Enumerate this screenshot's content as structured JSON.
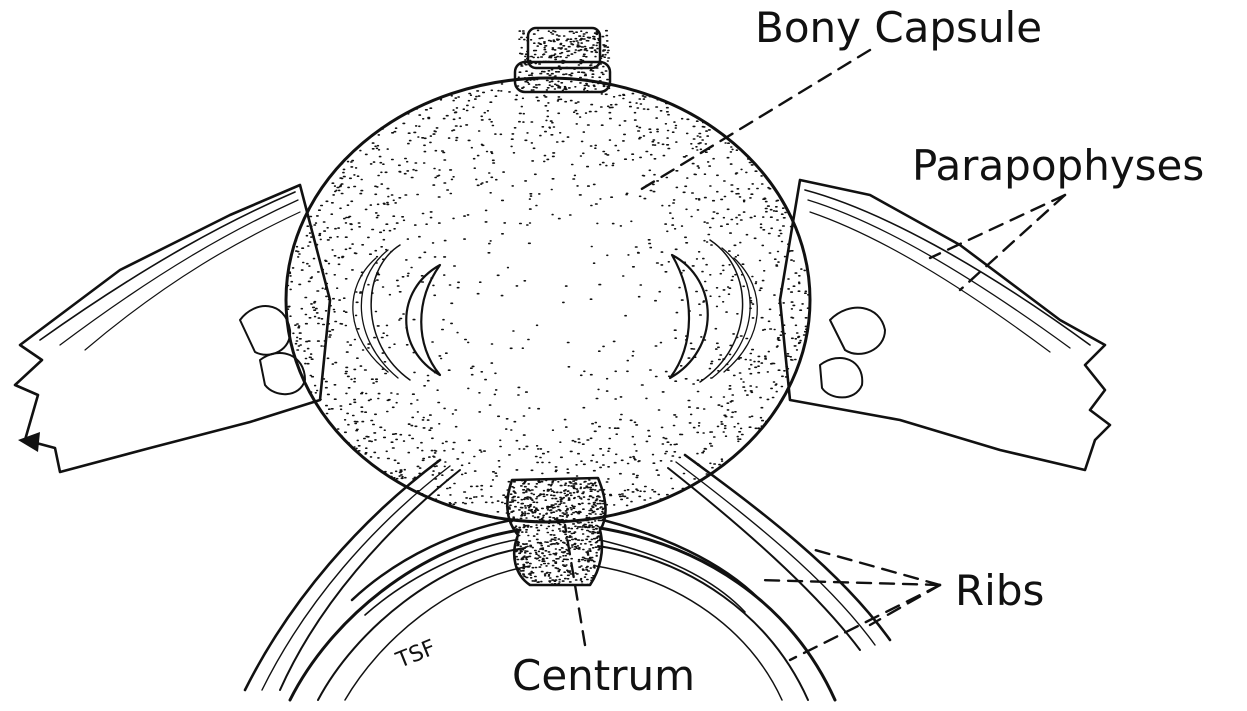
{
  "labels": {
    "bony_capsule": "Bony Capsule",
    "parapophyses": "Parapophyses",
    "ribs": "Ribs",
    "centrum": "Centrum",
    "tsf": "TSF"
  },
  "colors": {
    "ink": "#111111",
    "paper": "#ffffff"
  }
}
